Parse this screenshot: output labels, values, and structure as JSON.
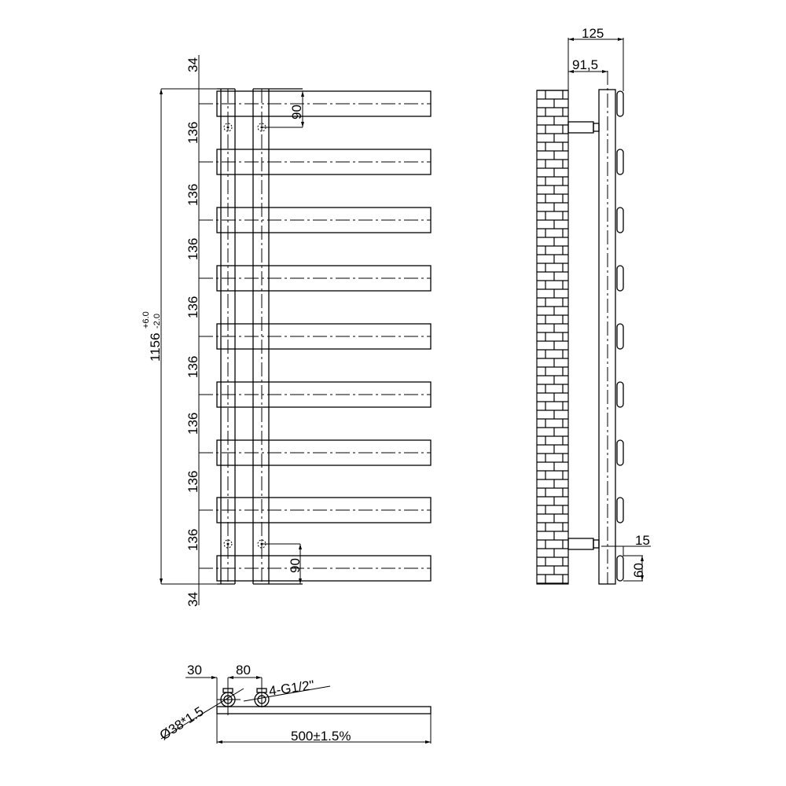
{
  "drawing": {
    "front_view": {
      "overall_height": "1156",
      "tolerance_upper": "+6.0",
      "tolerance_lower": "-2.0",
      "top_offset": "34",
      "bottom_offset": "34",
      "bar_spacing": [
        "136",
        "136",
        "136",
        "136",
        "136",
        "136",
        "136",
        "136"
      ],
      "connection_offset_top": "90",
      "connection_offset_bottom": "90",
      "bar_count": 9
    },
    "side_view": {
      "total_depth": "125",
      "wall_to_center": "91,5",
      "bar_offset": "15",
      "bar_height": "60"
    },
    "top_view": {
      "edge_offset": "30",
      "pipe_spacing": "80",
      "connections": "4-G1/2\"",
      "pipe_diameter": "Ø38*1.5",
      "width": "500±1.5%"
    }
  }
}
